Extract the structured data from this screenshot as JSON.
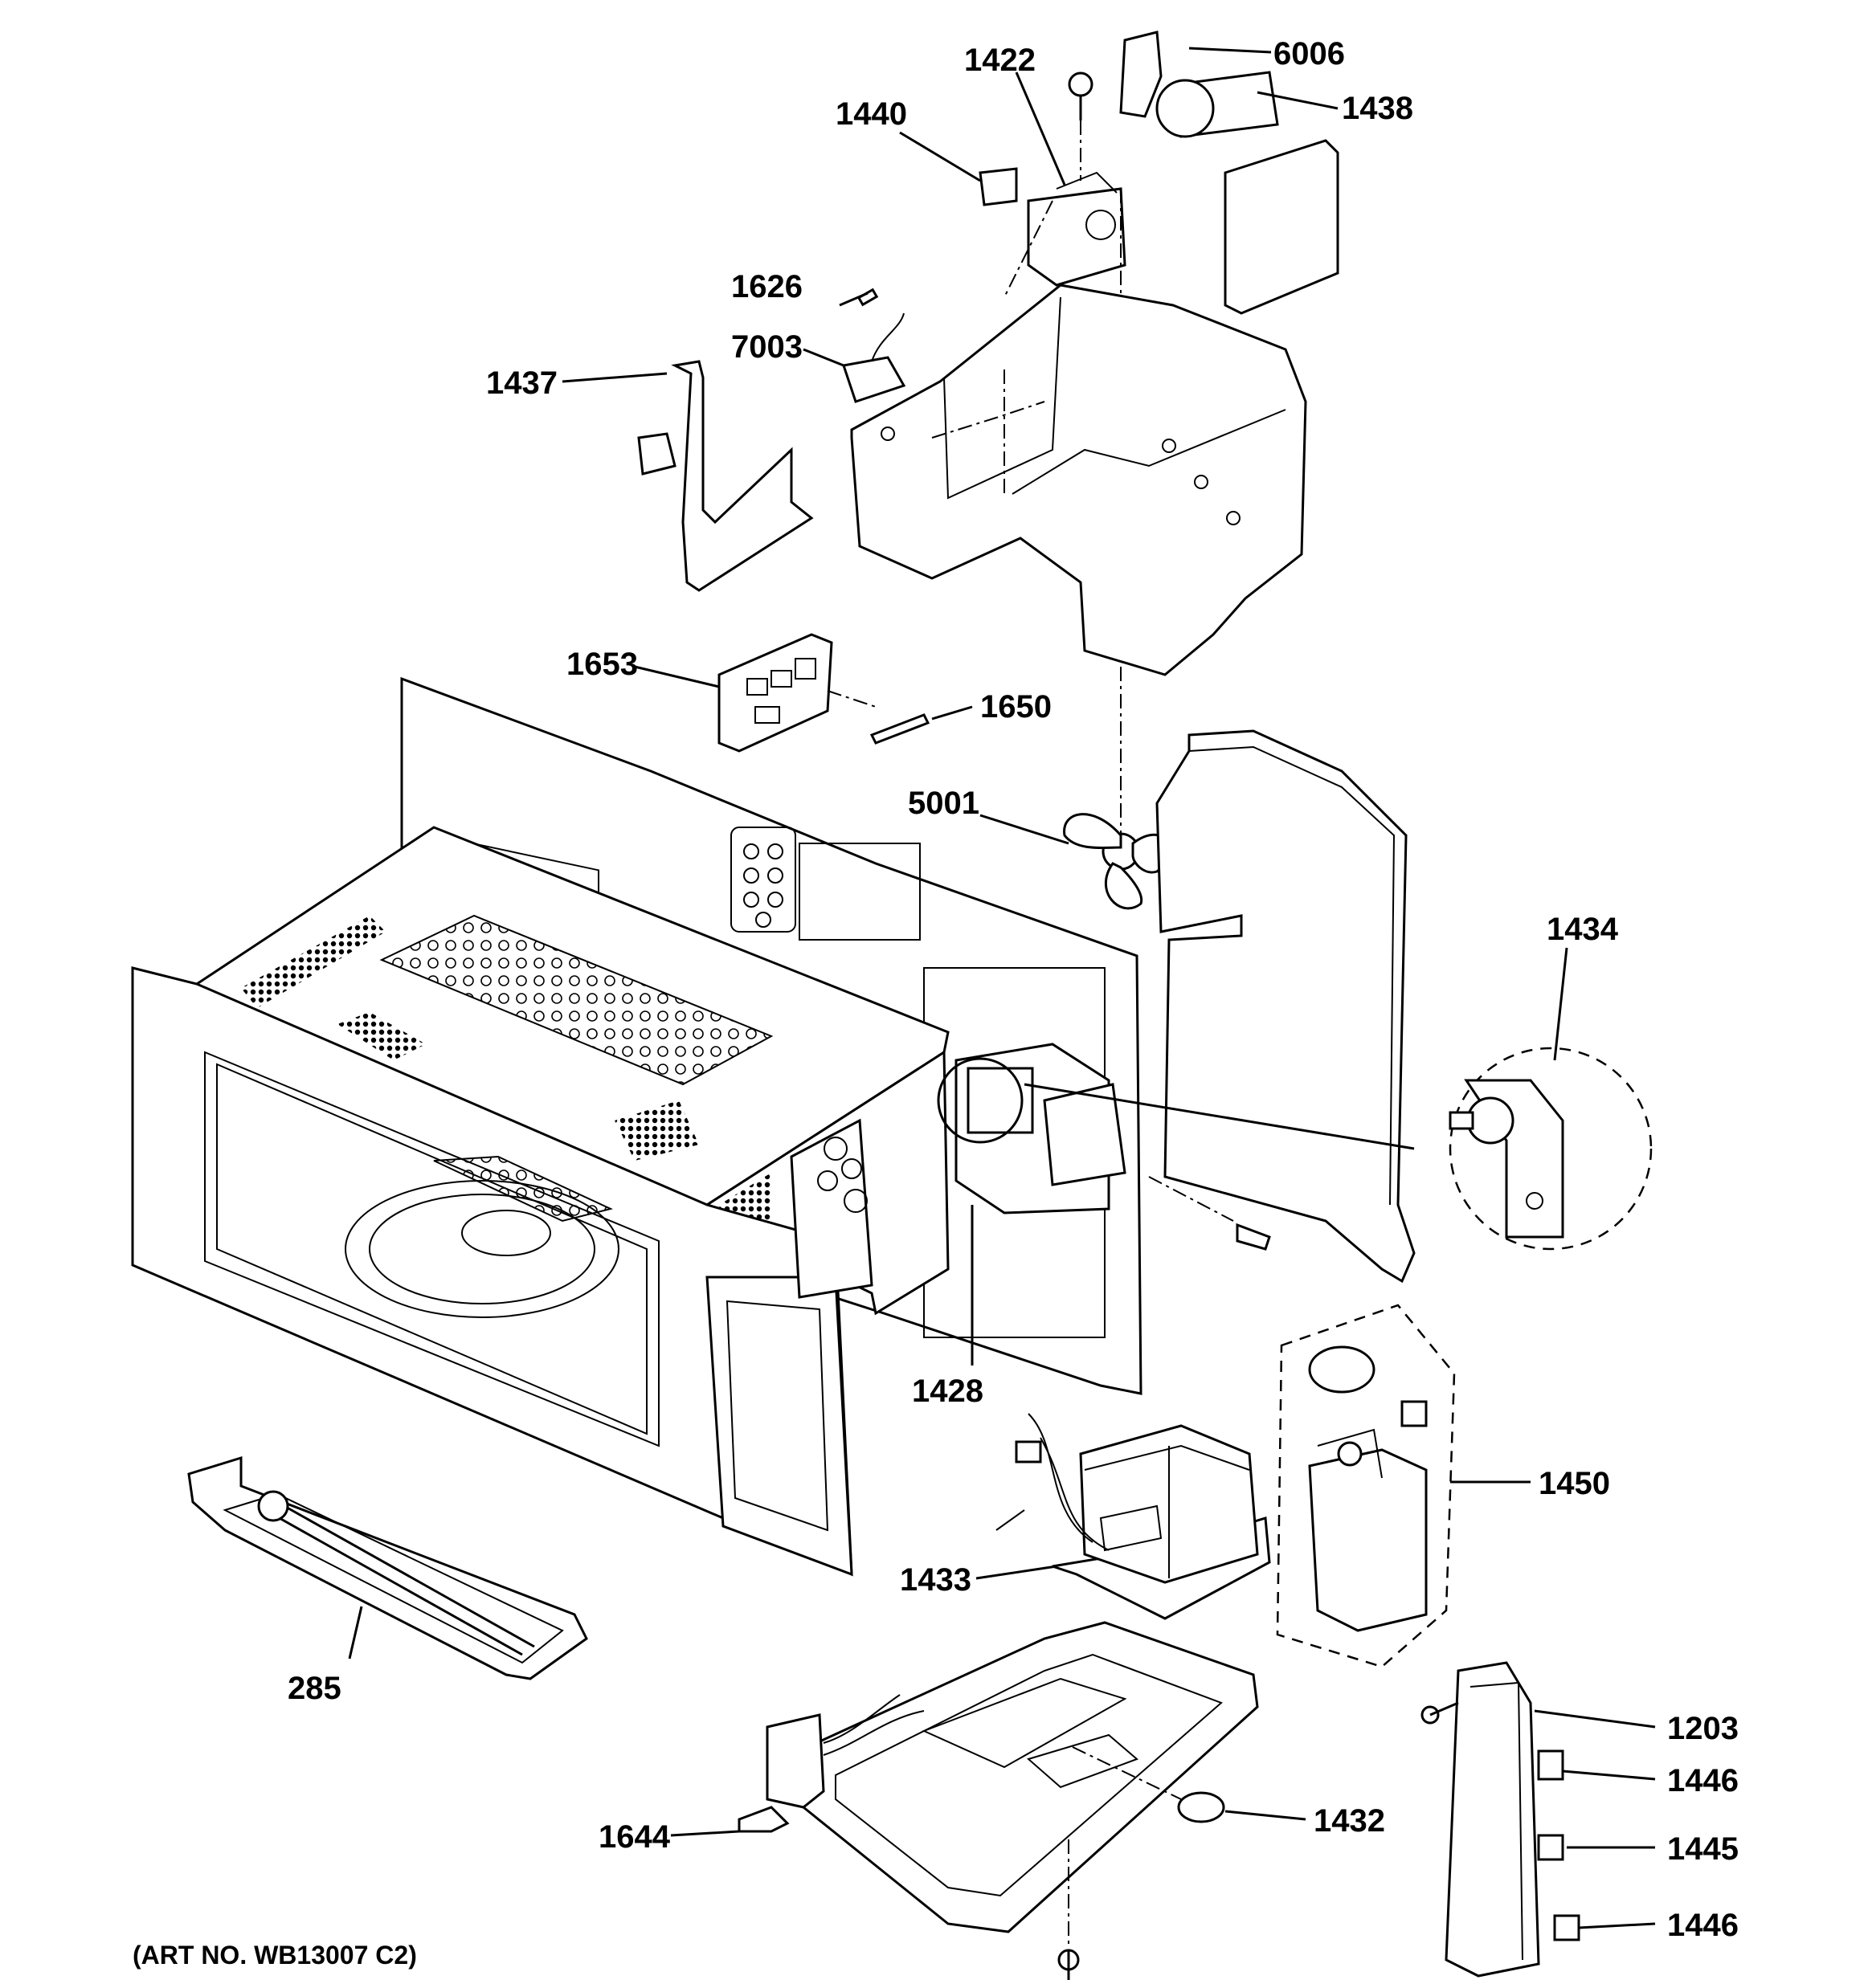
{
  "diagram": {
    "art_number": "(ART NO. WB13007 C2)",
    "callouts": [
      {
        "id": "c6006",
        "text": "6006"
      },
      {
        "id": "c1422",
        "text": "1422"
      },
      {
        "id": "c1438",
        "text": "1438"
      },
      {
        "id": "c1440",
        "text": "1440"
      },
      {
        "id": "c1626",
        "text": "1626"
      },
      {
        "id": "c7003",
        "text": "7003"
      },
      {
        "id": "c1437",
        "text": "1437"
      },
      {
        "id": "c1653",
        "text": "1653"
      },
      {
        "id": "c1650",
        "text": "1650"
      },
      {
        "id": "c5001",
        "text": "5001"
      },
      {
        "id": "c1434",
        "text": "1434"
      },
      {
        "id": "c1428",
        "text": "1428"
      },
      {
        "id": "c1450",
        "text": "1450"
      },
      {
        "id": "c1433",
        "text": "1433"
      },
      {
        "id": "c285",
        "text": "285"
      },
      {
        "id": "c1203",
        "text": "1203"
      },
      {
        "id": "c1446a",
        "text": "1446"
      },
      {
        "id": "c1445",
        "text": "1445"
      },
      {
        "id": "c1446b",
        "text": "1446"
      },
      {
        "id": "c1644",
        "text": "1644"
      },
      {
        "id": "c1432",
        "text": "1432"
      }
    ]
  }
}
